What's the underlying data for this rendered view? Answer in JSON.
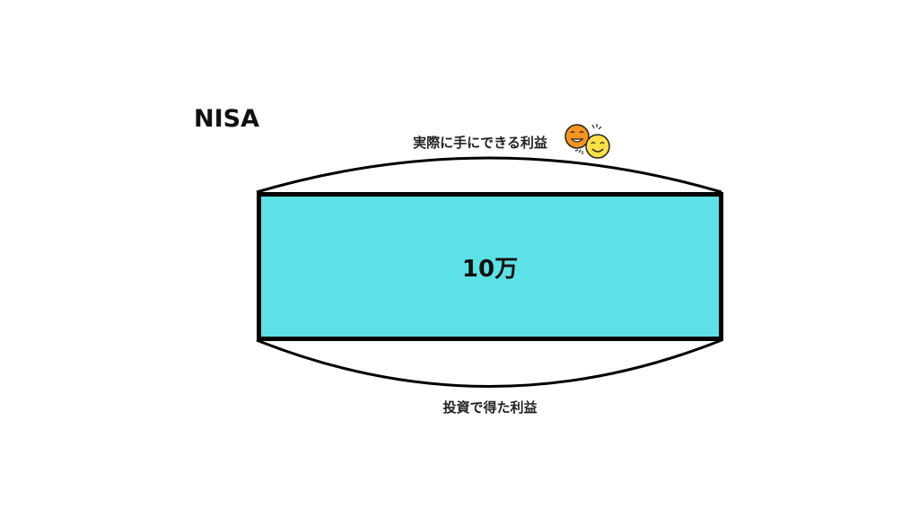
{
  "title": "NISA",
  "top_label": "実際に手にできる利益",
  "box_value": "10万",
  "bottom_label": "投資で得た利益",
  "colors": {
    "box_fill": "#5ce1e6",
    "stroke": "#000000",
    "face_orange": "#f7941d",
    "face_yellow": "#fde047"
  },
  "icons": [
    "smiling-faces-icon"
  ]
}
